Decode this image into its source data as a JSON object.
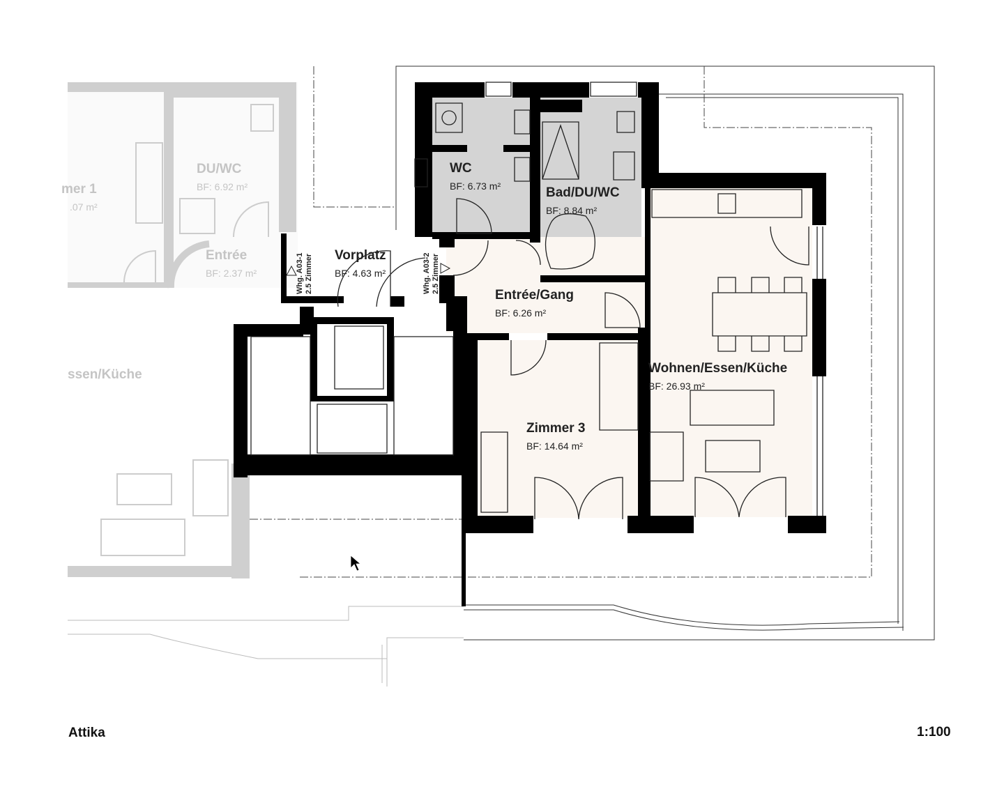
{
  "plan": {
    "floor_name": "Attika",
    "scale": "1:100",
    "colors": {
      "wall": "#000000",
      "wet_room": "#d4d4d4",
      "living_fill": "#fbf6f1",
      "faded": "#c8c8c8"
    },
    "rooms": [
      {
        "name": "WC",
        "area": "BF: 6.73 m²"
      },
      {
        "name": "Bad/DU/WC",
        "area": "BF: 8.84 m²"
      },
      {
        "name": "Vorplatz",
        "area": "BF: 4.63 m²"
      },
      {
        "name": "Entrée/Gang",
        "area": "BF: 6.26 m²"
      },
      {
        "name": "Zimmer 3",
        "area": "BF: 14.64 m²"
      },
      {
        "name": "Wohnen/Essen/Küche",
        "area": "BF: 26.93 m²"
      }
    ],
    "neighbor_rooms": [
      {
        "name": "DU/WC",
        "area": "BF: 6.92 m²"
      },
      {
        "name": "mer 1",
        "area": ".07 m²"
      },
      {
        "name": "Entrée",
        "area": "BF: 2.37 m²"
      },
      {
        "name": "ssen/Küche"
      }
    ],
    "unit_markers": [
      {
        "unit": "Whg. A03-1",
        "size": "2.5 Zimmer"
      },
      {
        "unit": "Whg. A03-2",
        "size": "2.5 Zimmer"
      }
    ]
  }
}
